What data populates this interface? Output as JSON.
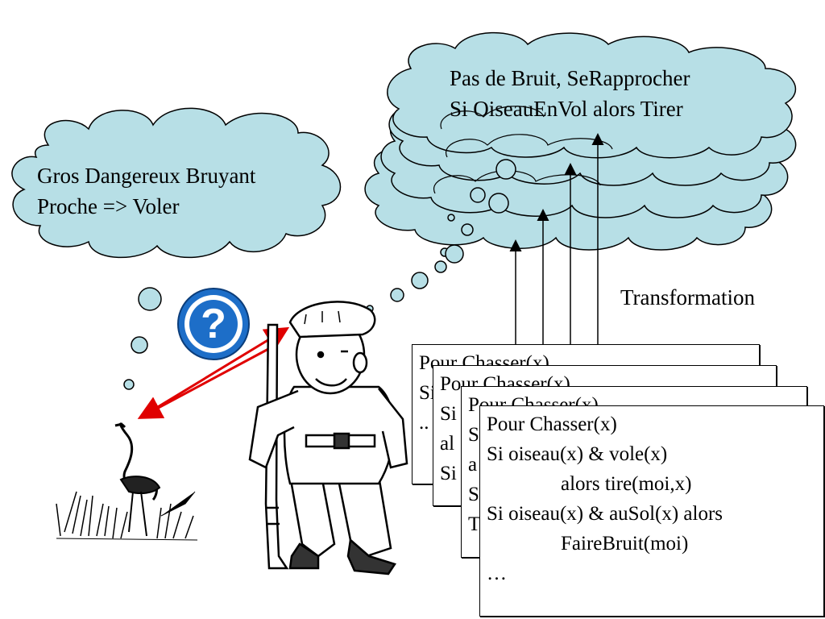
{
  "flamingo_thought": {
    "line1": "Gros Dangereux Bruyant",
    "line2": "Proche => Voler"
  },
  "hunter_thought": {
    "line1": "Pas de Bruit, SeRapprocher",
    "line2": "Si OiseauEnVol alors Tirer"
  },
  "question_mark": "?",
  "transformation_label": "Transformation",
  "rule_cards": {
    "back3": [
      "Pour Chasser(x)",
      "Si",
      "",
      ".."
    ],
    "back2": [
      "Pour Chasser(x)",
      "Si",
      "al",
      "Si"
    ],
    "back1": [
      "Pour Chasser(x)",
      "S",
      "a",
      "S",
      "T"
    ],
    "front": {
      "line1": "Pour Chasser(x)",
      "line2": "Si oiseau(x) & vole(x)",
      "line3": "alors tire(moi,x)",
      "line4": "Si oiseau(x) & auSol(x) alors",
      "line5": "FaireBruit(moi)",
      "line6": "…"
    }
  },
  "colors": {
    "cloud_fill": "#b7dfe6",
    "arrow": "#e00000",
    "icon_blue": "#1d6ec8"
  }
}
